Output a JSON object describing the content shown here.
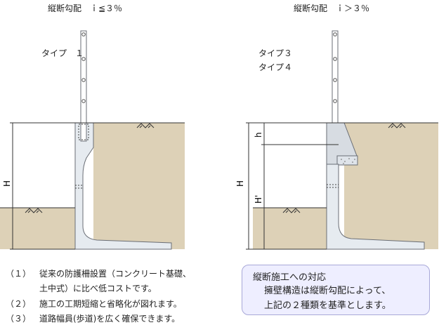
{
  "left_panel": {
    "grade_label": "縦断勾配　ｉ≦３％",
    "type_label": "タイプ　１",
    "dim_h": "H"
  },
  "right_panel": {
    "grade_label": "縦断勾配　ｉ＞３％",
    "type_labels": [
      "タイプ３",
      "タイプ４"
    ],
    "dim_H": "H",
    "dim_h": "h",
    "dim_Hprime": "H'"
  },
  "notes": {
    "items": [
      {
        "num": "（１）",
        "text": "従来の防護柵設置（コンクリート基礎、"
      },
      {
        "num": "",
        "text": "土中式）に比べ低コストです。"
      },
      {
        "num": "（２）",
        "text": "施工の工期短縮と省略化が図れます。"
      },
      {
        "num": "（３）",
        "text": "道路幅員(歩道)を広く確保できます。"
      }
    ]
  },
  "callout": {
    "title": "縦断施工への対応",
    "line1": "擁壁構造は縦断勾配によって、",
    "line2": "上記の２種類を基準とします。"
  },
  "colors": {
    "soil": "#ddd1b7",
    "wall": "#e6ebf0",
    "wall_edge": "#6a6e76",
    "callout_bg": "#eeeeff",
    "callout_border": "#a8a8d8"
  }
}
